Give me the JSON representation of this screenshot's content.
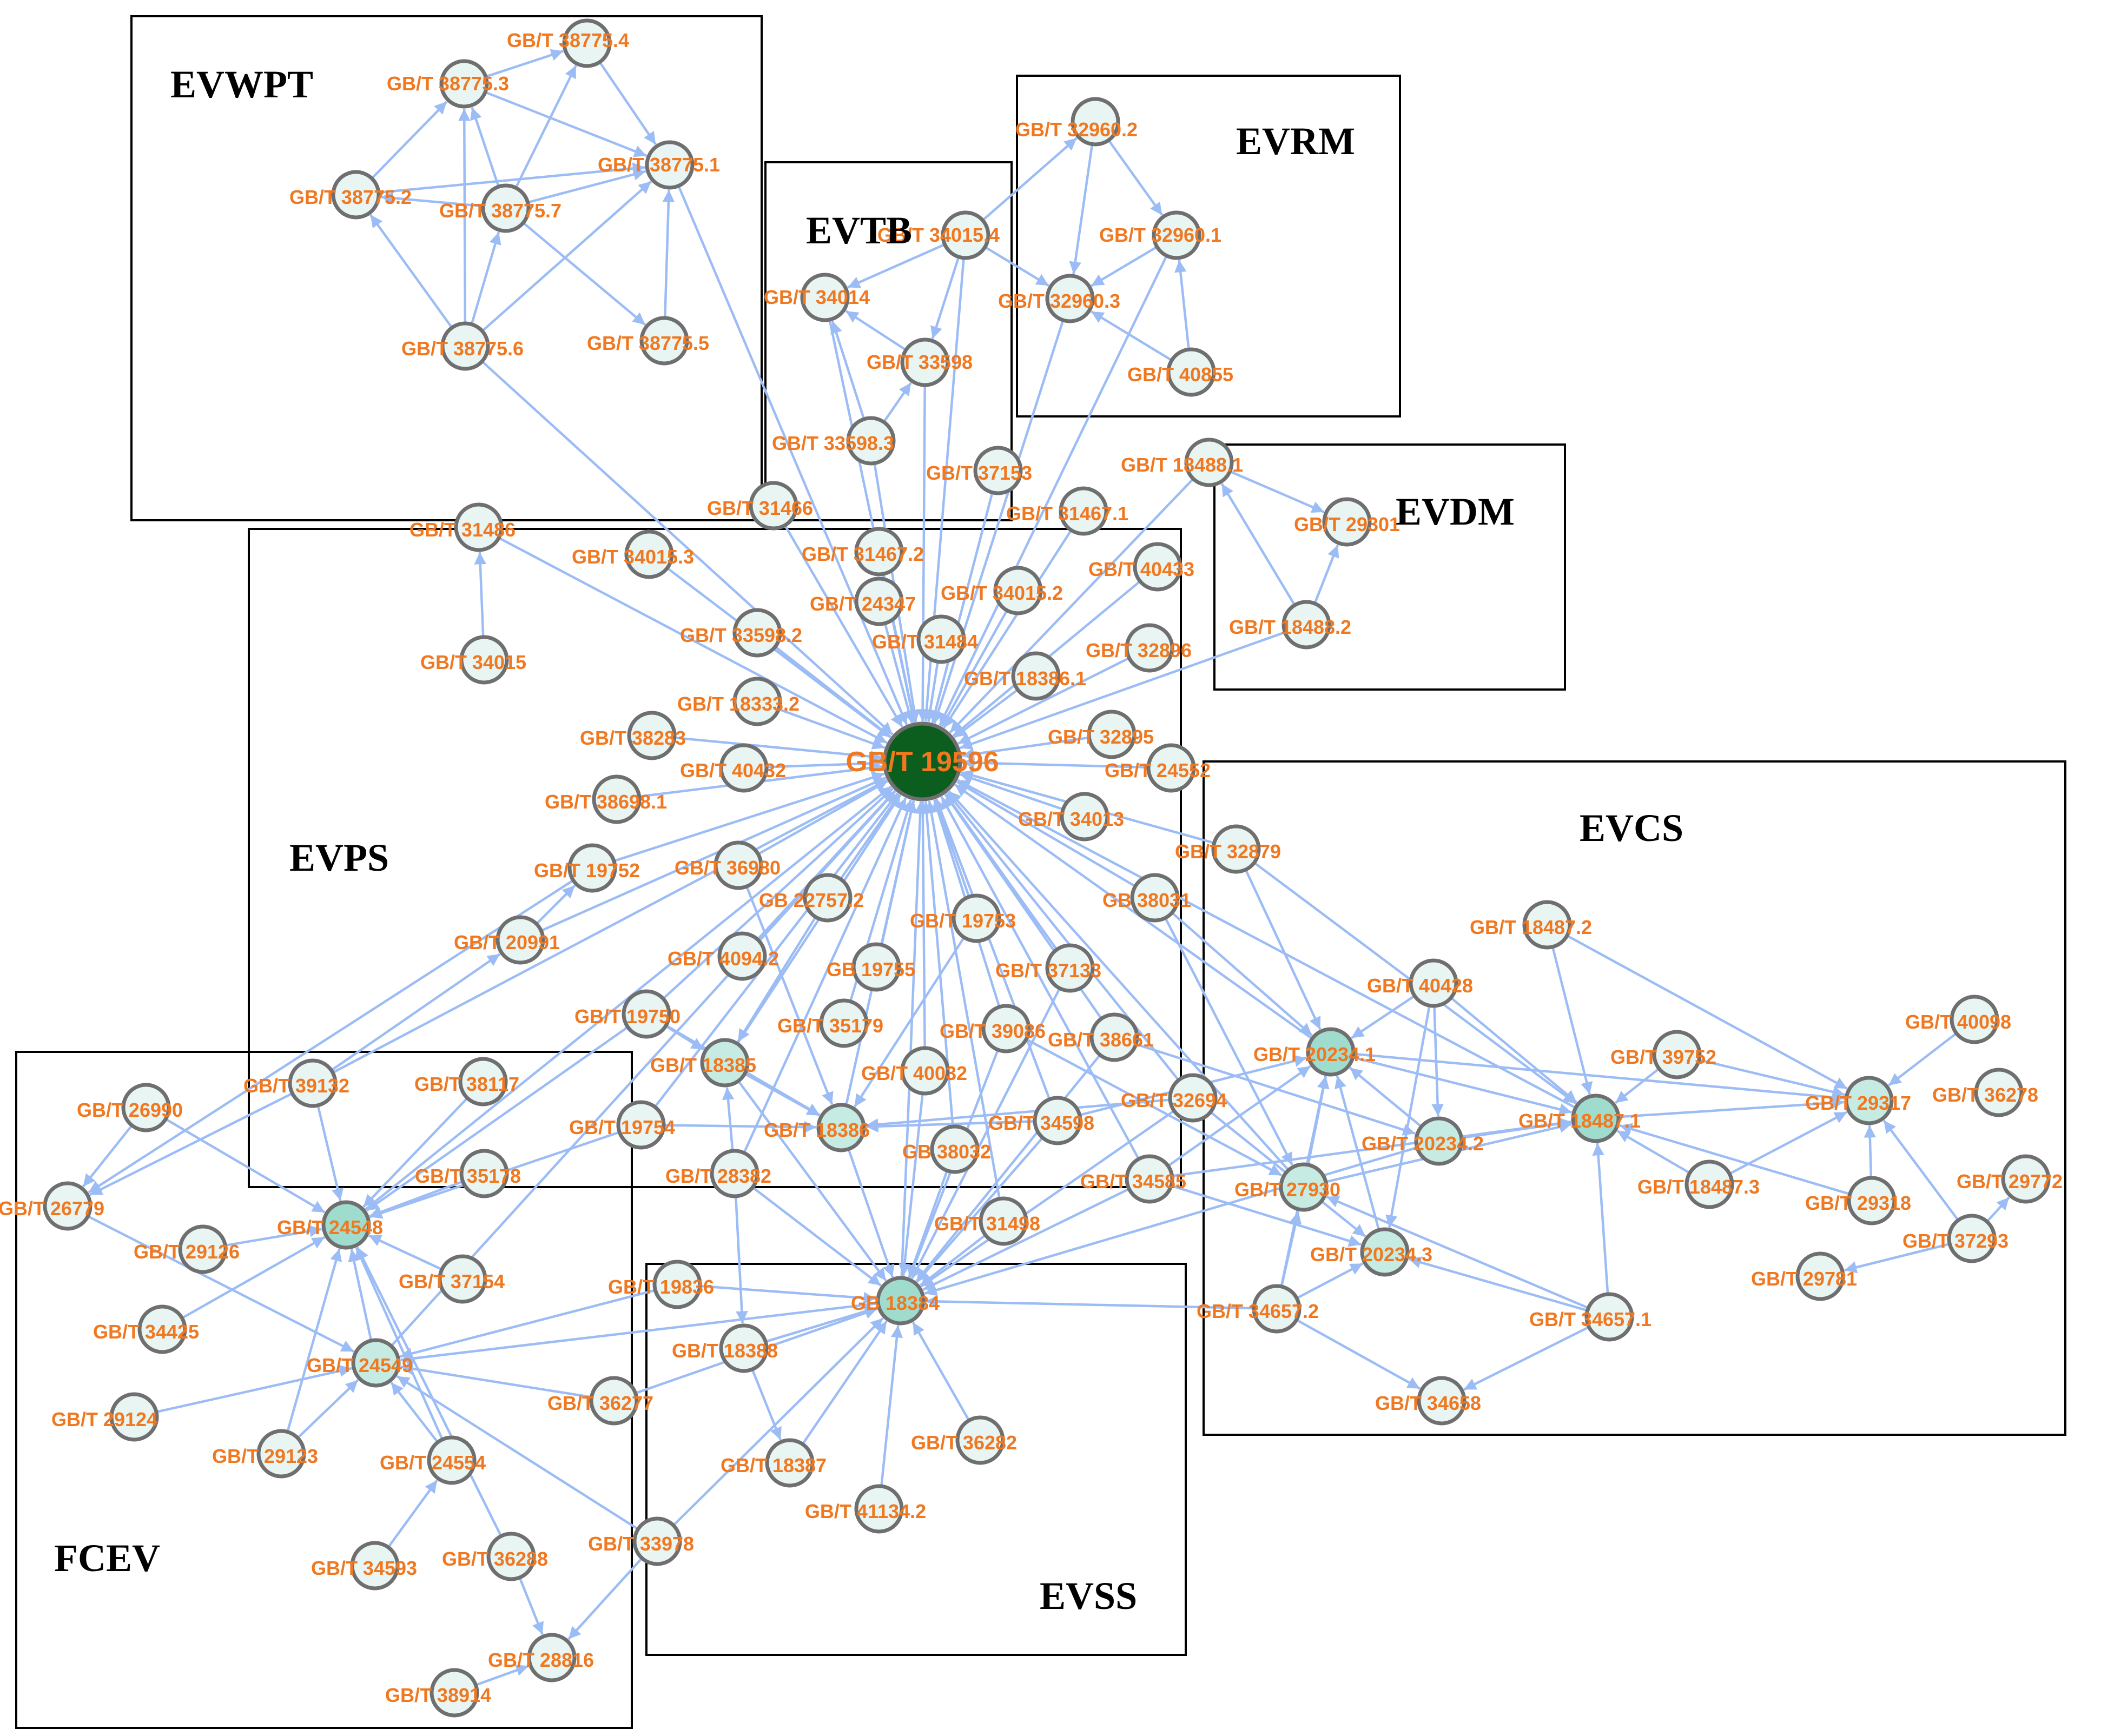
{
  "colors": {
    "edge": "#9cbcf5",
    "node_fill": "#e8f5f3",
    "node_mid": "#c6ebe3",
    "node_strong": "#9fdccd",
    "hub_fill": "#0b5e1e",
    "label": "#f07820",
    "box": "#000000"
  },
  "groups": [
    {
      "id": "evwpt",
      "label": "EVWPT"
    },
    {
      "id": "evtb",
      "label": "EVTB"
    },
    {
      "id": "evrm",
      "label": "EVRM"
    },
    {
      "id": "evdm",
      "label": "EVDM"
    },
    {
      "id": "evps",
      "label": "EVPS"
    },
    {
      "id": "evcs",
      "label": "EVCS"
    },
    {
      "id": "fcev",
      "label": "FCEV"
    },
    {
      "id": "evss",
      "label": "EVSS"
    }
  ],
  "nodes": [
    {
      "id": "n19596",
      "label": "GB/T 19596",
      "level": "hub"
    },
    {
      "id": "n38775_4",
      "label": "GB/T 38775.4"
    },
    {
      "id": "n38775_3",
      "label": "GB/T 38775.3"
    },
    {
      "id": "n38775_1",
      "label": "GB/T 38775.1"
    },
    {
      "id": "n38775_2",
      "label": "GB/T 38775.2"
    },
    {
      "id": "n38775_7",
      "label": "GB/T 38775.7"
    },
    {
      "id": "n38775_6",
      "label": "GB/T 38775.6"
    },
    {
      "id": "n38775_5",
      "label": "GB/T 38775.5"
    },
    {
      "id": "n34015_4",
      "label": "GB/T 34015.4"
    },
    {
      "id": "n34014",
      "label": "GB/T 34014"
    },
    {
      "id": "n33598",
      "label": "GB/T 33598"
    },
    {
      "id": "n33598_3",
      "label": "GB/T 33598.3"
    },
    {
      "id": "n37153",
      "label": "GB/T 37153"
    },
    {
      "id": "n32960_2",
      "label": "GB/T 32960.2"
    },
    {
      "id": "n32960_1",
      "label": "GB/T 32960.1"
    },
    {
      "id": "n32960_3",
      "label": "GB/T 32960.3"
    },
    {
      "id": "n40855",
      "label": "GB/T 40855"
    },
    {
      "id": "n18488_1",
      "label": "GB/T 18488.1"
    },
    {
      "id": "n29301",
      "label": "GB/T 29301"
    },
    {
      "id": "n18488_2",
      "label": "GB/T 18488.2"
    },
    {
      "id": "n31466",
      "label": "GB/T 31466"
    },
    {
      "id": "n31467_1",
      "label": "GB/T 31467.1"
    },
    {
      "id": "n31486",
      "label": "GB/T 31486"
    },
    {
      "id": "n34015_3",
      "label": "GB/T 34015.3"
    },
    {
      "id": "n31467_2",
      "label": "GB/T 31467.2"
    },
    {
      "id": "n40433",
      "label": "GB/T 40433"
    },
    {
      "id": "n24347",
      "label": "GB/T 24347"
    },
    {
      "id": "n34015_2",
      "label": "GB/T 34015.2"
    },
    {
      "id": "n33598_2",
      "label": "GB/T 33598.2"
    },
    {
      "id": "n31484",
      "label": "GB/T 31484"
    },
    {
      "id": "n32896",
      "label": "GB/T 32896"
    },
    {
      "id": "n34015",
      "label": "GB/T 34015"
    },
    {
      "id": "n18386_1",
      "label": "GB/T 18386.1"
    },
    {
      "id": "n18333_2",
      "label": "GB/T 18333.2"
    },
    {
      "id": "n38283",
      "label": "GB/T 38283"
    },
    {
      "id": "n32895",
      "label": "GB/T 32895"
    },
    {
      "id": "n40432",
      "label": "GB/T 40432"
    },
    {
      "id": "n24552",
      "label": "GB/T 24552"
    },
    {
      "id": "n38698_1",
      "label": "GB/T 38698.1"
    },
    {
      "id": "n34013",
      "label": "GB/T 34013"
    },
    {
      "id": "n19752",
      "label": "GB/T 19752"
    },
    {
      "id": "n36980",
      "label": "GB/T 36980"
    },
    {
      "id": "n32879",
      "label": "GB/T 32879"
    },
    {
      "id": "n22757_2",
      "label": "GB 22757.2"
    },
    {
      "id": "n38031",
      "label": "GB 38031"
    },
    {
      "id": "n20991",
      "label": "GB/T 20991"
    },
    {
      "id": "n19753",
      "label": "GB/T 19753"
    },
    {
      "id": "n4094_2",
      "label": "GB/T 4094.2"
    },
    {
      "id": "n19755",
      "label": "GB 19755"
    },
    {
      "id": "n37133",
      "label": "GB/T 37133"
    },
    {
      "id": "n19750",
      "label": "GB/T 19750"
    },
    {
      "id": "n35179",
      "label": "GB/T 35179"
    },
    {
      "id": "n39086",
      "label": "GB/T 39086"
    },
    {
      "id": "n38661",
      "label": "GB/T 38661"
    },
    {
      "id": "n18385",
      "label": "GB/T 18385",
      "level": "mid"
    },
    {
      "id": "n40032",
      "label": "GB/T 40032"
    },
    {
      "id": "n39132",
      "label": "GB/T 39132"
    },
    {
      "id": "n38117",
      "label": "GB/T 38117"
    },
    {
      "id": "n19754",
      "label": "GB/T 19754"
    },
    {
      "id": "n18386",
      "label": "GB/T 18386",
      "level": "mid"
    },
    {
      "id": "n34598",
      "label": "GB/T 34598"
    },
    {
      "id": "n32694",
      "label": "GB/T 32694"
    },
    {
      "id": "n38032",
      "label": "GB 38032"
    },
    {
      "id": "n26990",
      "label": "GB/T 26990"
    },
    {
      "id": "n35178",
      "label": "GB/T 35178"
    },
    {
      "id": "n28382",
      "label": "GB/T 28382"
    },
    {
      "id": "n34585",
      "label": "GB/T 34585"
    },
    {
      "id": "n26779",
      "label": "GB/T 26779"
    },
    {
      "id": "n24548",
      "label": "GB/T 24548",
      "level": "strong"
    },
    {
      "id": "n29126",
      "label": "GB/T 29126"
    },
    {
      "id": "n31498",
      "label": "GB/T 31498"
    },
    {
      "id": "n37154",
      "label": "GB/T 37154"
    },
    {
      "id": "n19836",
      "label": "GB/T 19836"
    },
    {
      "id": "n18384",
      "label": "GB 18384",
      "level": "strong"
    },
    {
      "id": "n34425",
      "label": "GB/T 34425"
    },
    {
      "id": "n24549",
      "label": "GB/T 24549",
      "level": "mid"
    },
    {
      "id": "n18388",
      "label": "GB/T 18388"
    },
    {
      "id": "n36277",
      "label": "GB/T 36277"
    },
    {
      "id": "n29124",
      "label": "GB/T 29124"
    },
    {
      "id": "n29123",
      "label": "GB/T 29123"
    },
    {
      "id": "n24554",
      "label": "GB/T 24554"
    },
    {
      "id": "n18387",
      "label": "GB/T 18387"
    },
    {
      "id": "n36282",
      "label": "GB/T 36282"
    },
    {
      "id": "n41134_2",
      "label": "GB/T 41134.2"
    },
    {
      "id": "n33978",
      "label": "GB/T 33978"
    },
    {
      "id": "n34593",
      "label": "GB/T 34593"
    },
    {
      "id": "n36288",
      "label": "GB/T 36288"
    },
    {
      "id": "n28816",
      "label": "GB/T 28816"
    },
    {
      "id": "n38914",
      "label": "GB/T 38914"
    },
    {
      "id": "n18487_2",
      "label": "GB/T 18487.2"
    },
    {
      "id": "n40428",
      "label": "GB/T 40428"
    },
    {
      "id": "n40098",
      "label": "GB/T 40098"
    },
    {
      "id": "n20234_1",
      "label": "GB/T 20234.1",
      "level": "strong"
    },
    {
      "id": "n39752",
      "label": "GB/T 39752"
    },
    {
      "id": "n29317",
      "label": "GB/T 29317",
      "level": "mid"
    },
    {
      "id": "n36278",
      "label": "GB/T 36278"
    },
    {
      "id": "n18487_1",
      "label": "GB/T 18487.1",
      "level": "strong"
    },
    {
      "id": "n20234_2",
      "label": "GB/T 20234.2",
      "level": "mid"
    },
    {
      "id": "n29772",
      "label": "GB/T 29772"
    },
    {
      "id": "n18487_3",
      "label": "GB/T 18487.3"
    },
    {
      "id": "n27930",
      "label": "GB/T 27930",
      "level": "mid"
    },
    {
      "id": "n29318",
      "label": "GB/T 29318"
    },
    {
      "id": "n37293",
      "label": "GB/T 37293"
    },
    {
      "id": "n20234_3",
      "label": "GB/T 20234.3",
      "level": "mid"
    },
    {
      "id": "n29781",
      "label": "GB/T 29781"
    },
    {
      "id": "n34657_2",
      "label": "GB/T 34657.2"
    },
    {
      "id": "n34657_1",
      "label": "GB/T 34657.1"
    },
    {
      "id": "n34658",
      "label": "GB/T 34658"
    }
  ],
  "edges": [
    [
      "n38775_3",
      "n38775_4"
    ],
    [
      "n38775_4",
      "n38775_1"
    ],
    [
      "n38775_2",
      "n38775_3"
    ],
    [
      "n38775_2",
      "n38775_1"
    ],
    [
      "n38775_3",
      "n38775_1"
    ],
    [
      "n38775_7",
      "n38775_3"
    ],
    [
      "n38775_7",
      "n38775_4"
    ],
    [
      "n38775_7",
      "n38775_1"
    ],
    [
      "n38775_7",
      "n38775_2"
    ],
    [
      "n38775_7",
      "n38775_5"
    ],
    [
      "n38775_6",
      "n38775_3"
    ],
    [
      "n38775_6",
      "n38775_2"
    ],
    [
      "n38775_6",
      "n38775_7"
    ],
    [
      "n38775_6",
      "n38775_1"
    ],
    [
      "n38775_5",
      "n38775_1"
    ],
    [
      "n38775_1",
      "n19596"
    ],
    [
      "n38775_6",
      "n19596"
    ],
    [
      "n34015_4",
      "n34014"
    ],
    [
      "n34015_4",
      "n33598"
    ],
    [
      "n34015_4",
      "n32960_3"
    ],
    [
      "n34015_4",
      "n32960_2"
    ],
    [
      "n33598",
      "n34014"
    ],
    [
      "n33598_3",
      "n34014"
    ],
    [
      "n33598_3",
      "n33598"
    ],
    [
      "n32960_2",
      "n32960_1"
    ],
    [
      "n32960_2",
      "n32960_3"
    ],
    [
      "n32960_1",
      "n32960_3"
    ],
    [
      "n40855",
      "n32960_1"
    ],
    [
      "n40855",
      "n32960_3"
    ],
    [
      "n18488_1",
      "n29301"
    ],
    [
      "n18488_2",
      "n29301"
    ],
    [
      "n18488_2",
      "n18488_1"
    ],
    [
      "n18488_2",
      "n19596"
    ],
    [
      "n18488_1",
      "n19596"
    ],
    [
      "n32960_1",
      "n19596"
    ],
    [
      "n32960_3",
      "n19596"
    ],
    [
      "n34015_4",
      "n19596"
    ],
    [
      "n34014",
      "n19596"
    ],
    [
      "n33598",
      "n19596"
    ],
    [
      "n33598_3",
      "n19596"
    ],
    [
      "n37153",
      "n19596"
    ],
    [
      "n31466",
      "n19596"
    ],
    [
      "n31467_1",
      "n19596"
    ],
    [
      "n31486",
      "n19596"
    ],
    [
      "n34015",
      "n31486"
    ],
    [
      "n34015_3",
      "n19596"
    ],
    [
      "n31467_2",
      "n19596"
    ],
    [
      "n40433",
      "n19596"
    ],
    [
      "n24347",
      "n19596"
    ],
    [
      "n34015_2",
      "n19596"
    ],
    [
      "n33598_2",
      "n19596"
    ],
    [
      "n31484",
      "n19596"
    ],
    [
      "n32896",
      "n19596"
    ],
    [
      "n18386_1",
      "n19596"
    ],
    [
      "n18333_2",
      "n19596"
    ],
    [
      "n38283",
      "n19596"
    ],
    [
      "n32895",
      "n19596"
    ],
    [
      "n40432",
      "n19596"
    ],
    [
      "n24552",
      "n19596"
    ],
    [
      "n38698_1",
      "n19596"
    ],
    [
      "n34013",
      "n19596"
    ],
    [
      "n19752",
      "n19596"
    ],
    [
      "n36980",
      "n19596"
    ],
    [
      "n32879",
      "n19596"
    ],
    [
      "n22757_2",
      "n19596"
    ],
    [
      "n38031",
      "n19596"
    ],
    [
      "n20991",
      "n19596"
    ],
    [
      "n19753",
      "n19596"
    ],
    [
      "n4094_2",
      "n19596"
    ],
    [
      "n19755",
      "n19596"
    ],
    [
      "n37133",
      "n19596"
    ],
    [
      "n19750",
      "n19596"
    ],
    [
      "n35179",
      "n19596"
    ],
    [
      "n39086",
      "n19596"
    ],
    [
      "n38661",
      "n19596"
    ],
    [
      "n18385",
      "n19596"
    ],
    [
      "n40032",
      "n19596"
    ],
    [
      "n19754",
      "n19596"
    ],
    [
      "n18386",
      "n19596"
    ],
    [
      "n34598",
      "n19596"
    ],
    [
      "n32694",
      "n19596"
    ],
    [
      "n38032",
      "n19596"
    ],
    [
      "n28382",
      "n19596"
    ],
    [
      "n34585",
      "n19596"
    ],
    [
      "n31498",
      "n19596"
    ],
    [
      "n18384",
      "n19596"
    ],
    [
      "n24548",
      "n19596"
    ],
    [
      "n24549",
      "n19596"
    ],
    [
      "n39132",
      "n19596"
    ],
    [
      "n20234_1",
      "n19596"
    ],
    [
      "n18487_1",
      "n19596"
    ],
    [
      "n27930",
      "n19596"
    ],
    [
      "n20991",
      "n19752"
    ],
    [
      "n39132",
      "n20991"
    ],
    [
      "n19750",
      "n18385"
    ],
    [
      "n19750",
      "n18386"
    ],
    [
      "n19754",
      "n18386"
    ],
    [
      "n18385",
      "n18386"
    ],
    [
      "n34598",
      "n18386"
    ],
    [
      "n32694",
      "n18386"
    ],
    [
      "n28382",
      "n18385"
    ],
    [
      "n36980",
      "n18386"
    ],
    [
      "n22757_2",
      "n18385"
    ],
    [
      "n19753",
      "n18386"
    ],
    [
      "n38117",
      "n24548"
    ],
    [
      "n35178",
      "n24548"
    ],
    [
      "n39132",
      "n24548"
    ],
    [
      "n26990",
      "n26779"
    ],
    [
      "n39132",
      "n26779"
    ],
    [
      "n29126",
      "n24548"
    ],
    [
      "n34425",
      "n24548"
    ],
    [
      "n37154",
      "n24548"
    ],
    [
      "n24549",
      "n24548"
    ],
    [
      "n24554",
      "n24548"
    ],
    [
      "n36288",
      "n24548"
    ],
    [
      "n29123",
      "n24548"
    ],
    [
      "n29124",
      "n24549"
    ],
    [
      "n29123",
      "n24549"
    ],
    [
      "n24554",
      "n24549"
    ],
    [
      "n36277",
      "n24549"
    ],
    [
      "n33978",
      "n24549"
    ],
    [
      "n34593",
      "n24554"
    ],
    [
      "n36288",
      "n28816"
    ],
    [
      "n38914",
      "n28816"
    ],
    [
      "n33978",
      "n28816"
    ],
    [
      "n26779",
      "n24549"
    ],
    [
      "n26990",
      "n24548"
    ],
    [
      "n19836",
      "n24549"
    ],
    [
      "n18384",
      "n24549"
    ],
    [
      "n19754",
      "n24548"
    ],
    [
      "n19750",
      "n24548"
    ],
    [
      "n19752",
      "n26779"
    ],
    [
      "n18388",
      "n18384"
    ],
    [
      "n18388",
      "n18387"
    ],
    [
      "n36277",
      "n18384"
    ],
    [
      "n18387",
      "n18384"
    ],
    [
      "n36282",
      "n18384"
    ],
    [
      "n41134_2",
      "n18384"
    ],
    [
      "n33978",
      "n18384"
    ],
    [
      "n19836",
      "n18384"
    ],
    [
      "n31498",
      "n18384"
    ],
    [
      "n18386",
      "n18384"
    ],
    [
      "n18385",
      "n18384"
    ],
    [
      "n28382",
      "n18384"
    ],
    [
      "n34598",
      "n18384"
    ],
    [
      "n38032",
      "n18384"
    ],
    [
      "n40032",
      "n18384"
    ],
    [
      "n39086",
      "n18384"
    ],
    [
      "n37133",
      "n18384"
    ],
    [
      "n38661",
      "n18384"
    ],
    [
      "n34585",
      "n18384"
    ],
    [
      "n32694",
      "n18384"
    ],
    [
      "n34657_2",
      "n18384"
    ],
    [
      "n20234_2",
      "n18384"
    ],
    [
      "n28382",
      "n18388"
    ],
    [
      "n40428",
      "n20234_1"
    ],
    [
      "n40428",
      "n20234_2"
    ],
    [
      "n40428",
      "n18487_1"
    ],
    [
      "n40428",
      "n20234_3"
    ],
    [
      "n18487_2",
      "n18487_1"
    ],
    [
      "n39752",
      "n18487_1"
    ],
    [
      "n18487_3",
      "n18487_1"
    ],
    [
      "n34657_1",
      "n18487_1"
    ],
    [
      "n20234_2",
      "n20234_1"
    ],
    [
      "n20234_3",
      "n20234_1"
    ],
    [
      "n27930",
      "n20234_1"
    ],
    [
      "n34657_2",
      "n20234_1"
    ],
    [
      "n34657_1",
      "n20234_3"
    ],
    [
      "n34657_2",
      "n20234_3"
    ],
    [
      "n34657_2",
      "n34658"
    ],
    [
      "n34657_1",
      "n34658"
    ],
    [
      "n34657_2",
      "n27930"
    ],
    [
      "n34657_1",
      "n27930"
    ],
    [
      "n27930",
      "n18487_1"
    ],
    [
      "n20234_2",
      "n18487_1"
    ],
    [
      "n20234_1",
      "n18487_1"
    ],
    [
      "n18487_1",
      "n29317"
    ],
    [
      "n18487_2",
      "n29317"
    ],
    [
      "n40098",
      "n29317"
    ],
    [
      "n39752",
      "n29317"
    ],
    [
      "n29318",
      "n29317"
    ],
    [
      "n37293",
      "n29317"
    ],
    [
      "n37293",
      "n29772"
    ],
    [
      "n37293",
      "n29781"
    ],
    [
      "n29318",
      "n18487_1"
    ],
    [
      "n18487_3",
      "n29317"
    ],
    [
      "n20234_1",
      "n29317"
    ],
    [
      "n32879",
      "n20234_1"
    ],
    [
      "n38031",
      "n20234_1"
    ],
    [
      "n34585",
      "n20234_1"
    ],
    [
      "n34585",
      "n18487_1"
    ],
    [
      "n32879",
      "n18487_1"
    ],
    [
      "n38661",
      "n20234_2"
    ],
    [
      "n34598",
      "n20234_1"
    ],
    [
      "n38031",
      "n27930"
    ],
    [
      "n32694",
      "n20234_3"
    ],
    [
      "n34585",
      "n20234_3"
    ],
    [
      "n39086",
      "n27930"
    ]
  ]
}
